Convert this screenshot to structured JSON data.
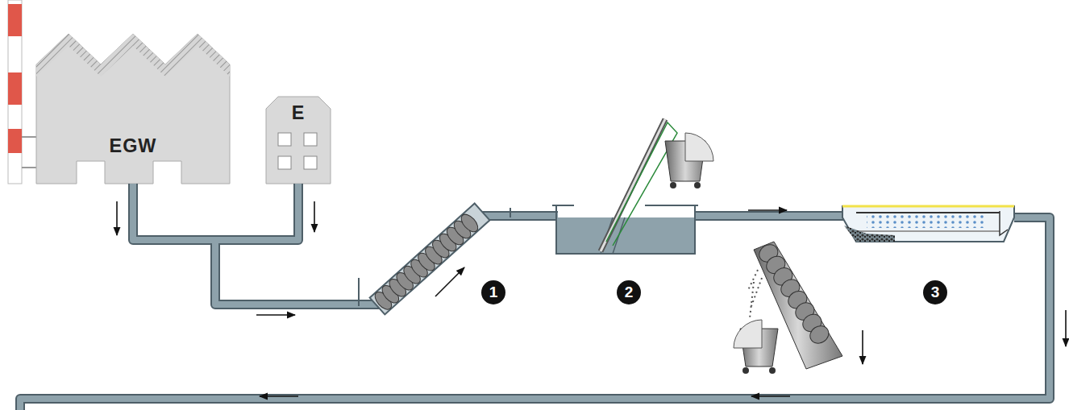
{
  "diagram": {
    "nodes": [
      {
        "text": [
          "EGW"
        ]
      },
      {
        "text": [
          "E"
        ]
      }
    ],
    "labels": [
      "1",
      "2",
      "3"
    ]
  }
}
